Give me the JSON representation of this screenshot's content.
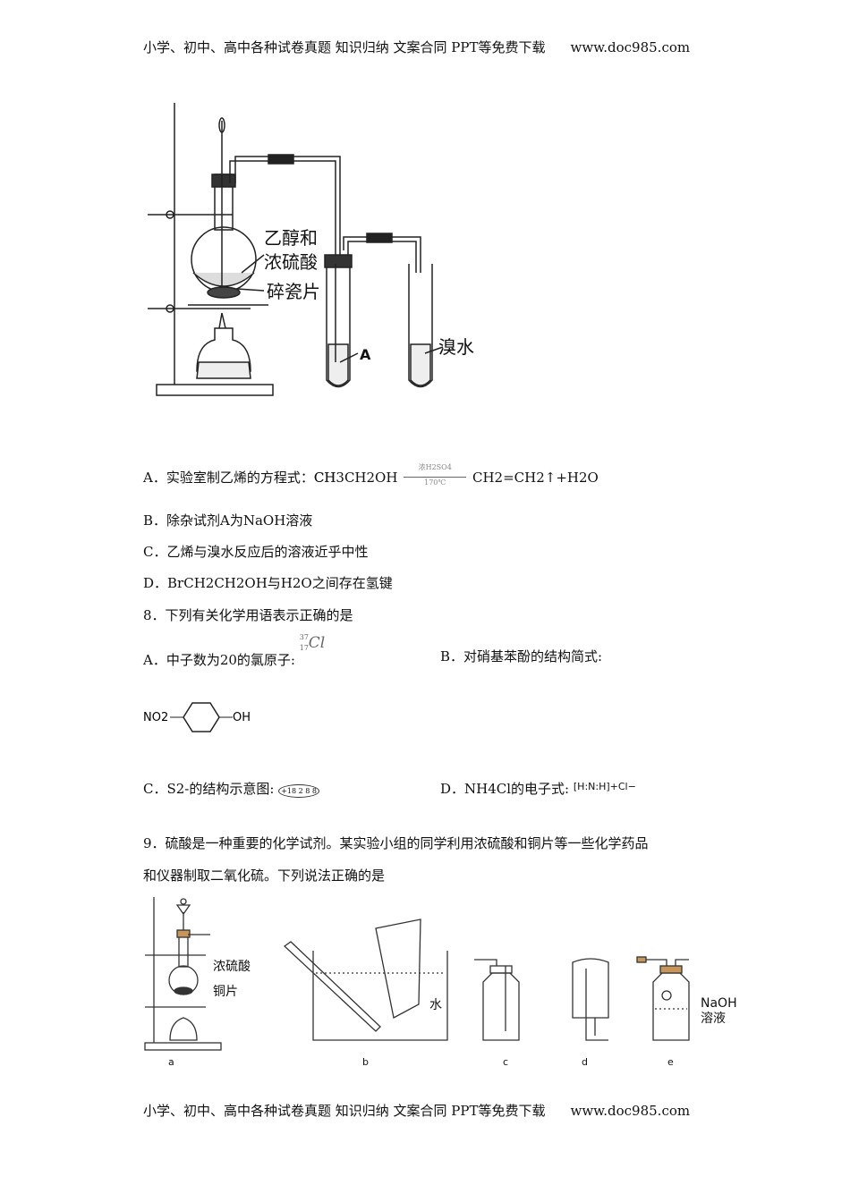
{
  "header": {
    "text": "小学、初中、高中各种试卷真题  知识归纳  文案合同  PPT等免费下载",
    "url": "www.doc985.com"
  },
  "figure1": {
    "label_reagents_1": "乙醇和",
    "label_reagents_2": "浓硫酸",
    "label_chips": "碎瓷片",
    "label_A": "A",
    "label_bromine": "溴水"
  },
  "q7": {
    "optA_prefix": "A．实验室制乙烯的方程式：CH",
    "optA_reactant": "CH3CH2OH",
    "arrow_top": "浓H2SO4",
    "arrow_bottom": "170℃",
    "optA_product": "CH2=CH2↑+H2O",
    "optB": "B．除杂试剂A为NaOH溶液",
    "optC": "C．乙烯与溴水反应后的溶液近乎中性",
    "optD": "D．BrCH2CH2OH与H2O之间存在氢键"
  },
  "q8": {
    "stem": "8．下列有关化学用语表示正确的是",
    "optA": "A．中子数为20的氯原子:",
    "optA_mass": "37",
    "optA_z": "17",
    "optA_symbol": "Cl",
    "optB": "B．对硝基苯酚的结构简式:",
    "optB_left": "NO2",
    "optB_right": "OH",
    "optC": "C．S2-的结构示意图:",
    "optC_diagram": "+18 2 8 8",
    "optD": "D．NH4Cl的电子式:",
    "optD_formula": "[H:N:H]+Cl−"
  },
  "q9": {
    "stem_1": "9．硫酸是一种重要的化学试剂。某实验小组的同学利用浓硫酸和铜片等一些化学药品",
    "stem_2": "和仪器制取二氧化硫。下列说法正确的是",
    "label_acid": "浓硫酸",
    "label_copper": "铜片",
    "label_water": "水",
    "label_naoh_1": "NaOH",
    "label_naoh_2": "溶液",
    "captions": [
      "a",
      "b",
      "c",
      "d",
      "e"
    ]
  },
  "footer": {
    "text": "小学、初中、高中各种试卷真题  知识归纳  文案合同  PPT等免费下载",
    "url": "www.doc985.com"
  }
}
